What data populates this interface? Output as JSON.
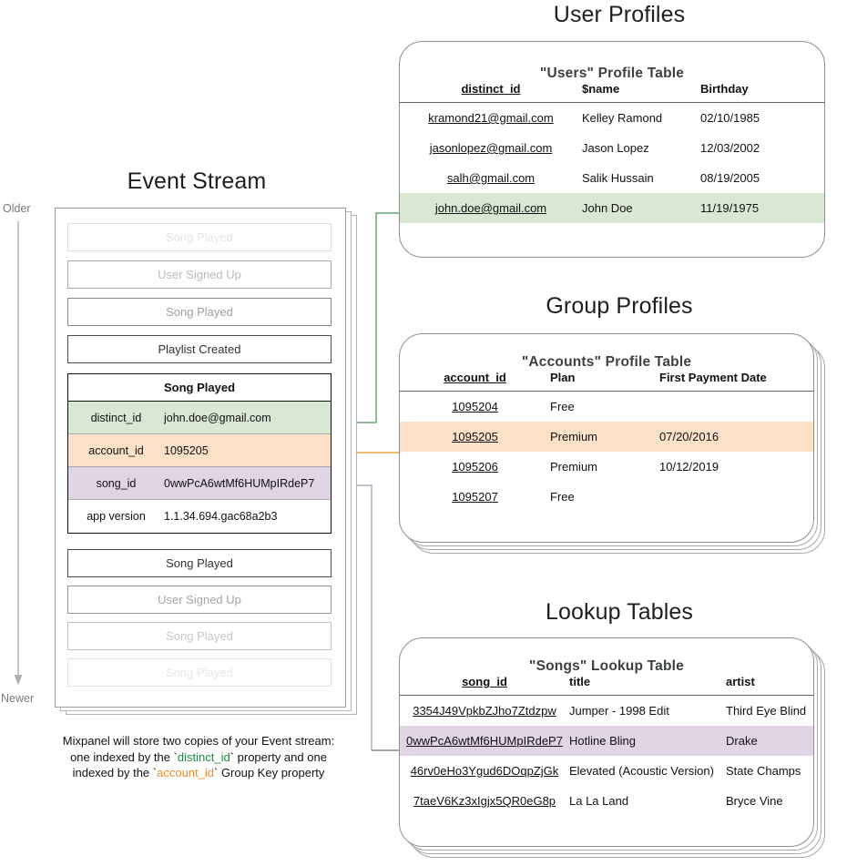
{
  "sections": {
    "user_profiles_title": "User Profiles",
    "group_profiles_title": "Group Profiles",
    "lookup_tables_title": "Lookup Tables",
    "event_stream_title": "Event Stream"
  },
  "timeline": {
    "older_label": "Older",
    "newer_label": "Newer"
  },
  "event_stream": {
    "events": [
      {
        "label": "Song Played",
        "opacity": 0.18
      },
      {
        "label": "User Signed Up",
        "opacity": 0.45
      },
      {
        "label": "Song Played",
        "opacity": 0.62
      },
      {
        "label": "Playlist Created",
        "opacity": 0.92
      }
    ],
    "expanded_event": {
      "name": "Song Played",
      "properties": [
        {
          "key": "distinct_id",
          "value": "john.doe@gmail.com",
          "highlight": "green"
        },
        {
          "key": "account_id",
          "value": "1095205",
          "highlight": "orange"
        },
        {
          "key": "song_id",
          "value": "0wwPcA6wtMf6HUMpIRdeP7",
          "highlight": "purple"
        },
        {
          "key": "app version",
          "value": "1.1.34.694.gac68a2b3",
          "highlight": "none"
        }
      ]
    },
    "events_after": [
      {
        "label": "Song Played",
        "opacity": 0.92
      },
      {
        "label": "User Signed Up",
        "opacity": 0.58
      },
      {
        "label": "Song Played",
        "opacity": 0.36
      },
      {
        "label": "Song Played",
        "opacity": 0.16
      }
    ]
  },
  "caption": {
    "line1": "Mixpanel will store two copies of your Event stream:",
    "line2_a": "one indexed by the `",
    "line2_key": "distinct_id",
    "line2_b": "` property and one",
    "line3_a": "indexed by the `",
    "line3_key": "account_id",
    "line3_b": "` Group Key property"
  },
  "users_table": {
    "title": "\"Users\" Profile Table",
    "columns": [
      "distinct_id",
      "$name",
      "Birthday"
    ],
    "rows": [
      {
        "cells": [
          "kramond21@gmail.com",
          "Kelley Ramond",
          "02/10/1985"
        ],
        "highlight": "none"
      },
      {
        "cells": [
          "jasonlopez@gmail.com",
          "Jason Lopez",
          "12/03/2002"
        ],
        "highlight": "none"
      },
      {
        "cells": [
          "salh@gmail.com",
          "Salik Hussain",
          "08/19/2005"
        ],
        "highlight": "none"
      },
      {
        "cells": [
          "john.doe@gmail.com",
          "John Doe",
          "11/19/1975"
        ],
        "highlight": "green"
      }
    ]
  },
  "accounts_table": {
    "title": "\"Accounts\" Profile Table",
    "columns": [
      "account_id",
      "Plan",
      "First Payment Date"
    ],
    "rows": [
      {
        "cells": [
          "1095204",
          "Free",
          ""
        ],
        "highlight": "none"
      },
      {
        "cells": [
          "1095205",
          "Premium",
          "07/20/2016"
        ],
        "highlight": "orange"
      },
      {
        "cells": [
          "1095206",
          "Premium",
          "10/12/2019"
        ],
        "highlight": "none"
      },
      {
        "cells": [
          "1095207",
          "Free",
          ""
        ],
        "highlight": "none"
      }
    ]
  },
  "songs_table": {
    "title": "\"Songs\" Lookup Table",
    "columns": [
      "song_id",
      "title",
      "artist"
    ],
    "rows": [
      {
        "cells": [
          "3354J49VpkbZJho7Ztdzpw",
          "Jumper - 1998 Edit",
          "Third Eye Blind"
        ],
        "highlight": "none"
      },
      {
        "cells": [
          "0wwPcA6wtMf6HUMpIRdeP7",
          "Hotline Bling",
          "Drake"
        ],
        "highlight": "purple"
      },
      {
        "cells": [
          "46rv0eHo3Ygud6DOqpZjGk",
          "Elevated (Acoustic Version)",
          "State Champs"
        ],
        "highlight": "none"
      },
      {
        "cells": [
          "7taeV6Kz3xIgjx5QR0eG8p",
          "La La Land",
          "Bryce Vine"
        ],
        "highlight": "none"
      }
    ]
  },
  "colors": {
    "green": "#d8e8d2",
    "orange": "#fce1c6",
    "purple": "#e0d4e5",
    "arrow_green": "#6aa76f",
    "arrow_orange": "#e8a33d",
    "arrow_purple": "#c2a8cc",
    "arrow_gray": "#8a8a8a",
    "timeline_gray": "#b0b0b0"
  }
}
